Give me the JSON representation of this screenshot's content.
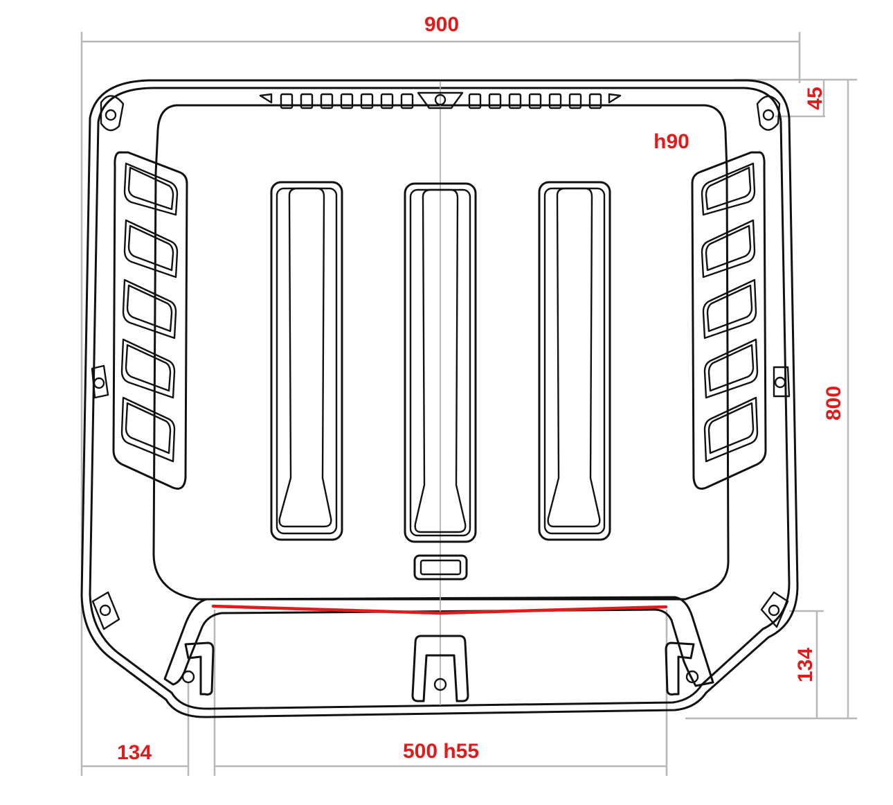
{
  "dimensions": {
    "width_total": "900",
    "height_total": "800",
    "top_offset": "45",
    "scoop_height": "h90",
    "left_offset": "134",
    "bottom_offset": "134",
    "lip_width": "500 h55"
  },
  "colors": {
    "dimension_text": "#e01b1b",
    "outline": "#111111",
    "dimension_lines": "#b8b8b8",
    "seam": "#e01b1b"
  }
}
